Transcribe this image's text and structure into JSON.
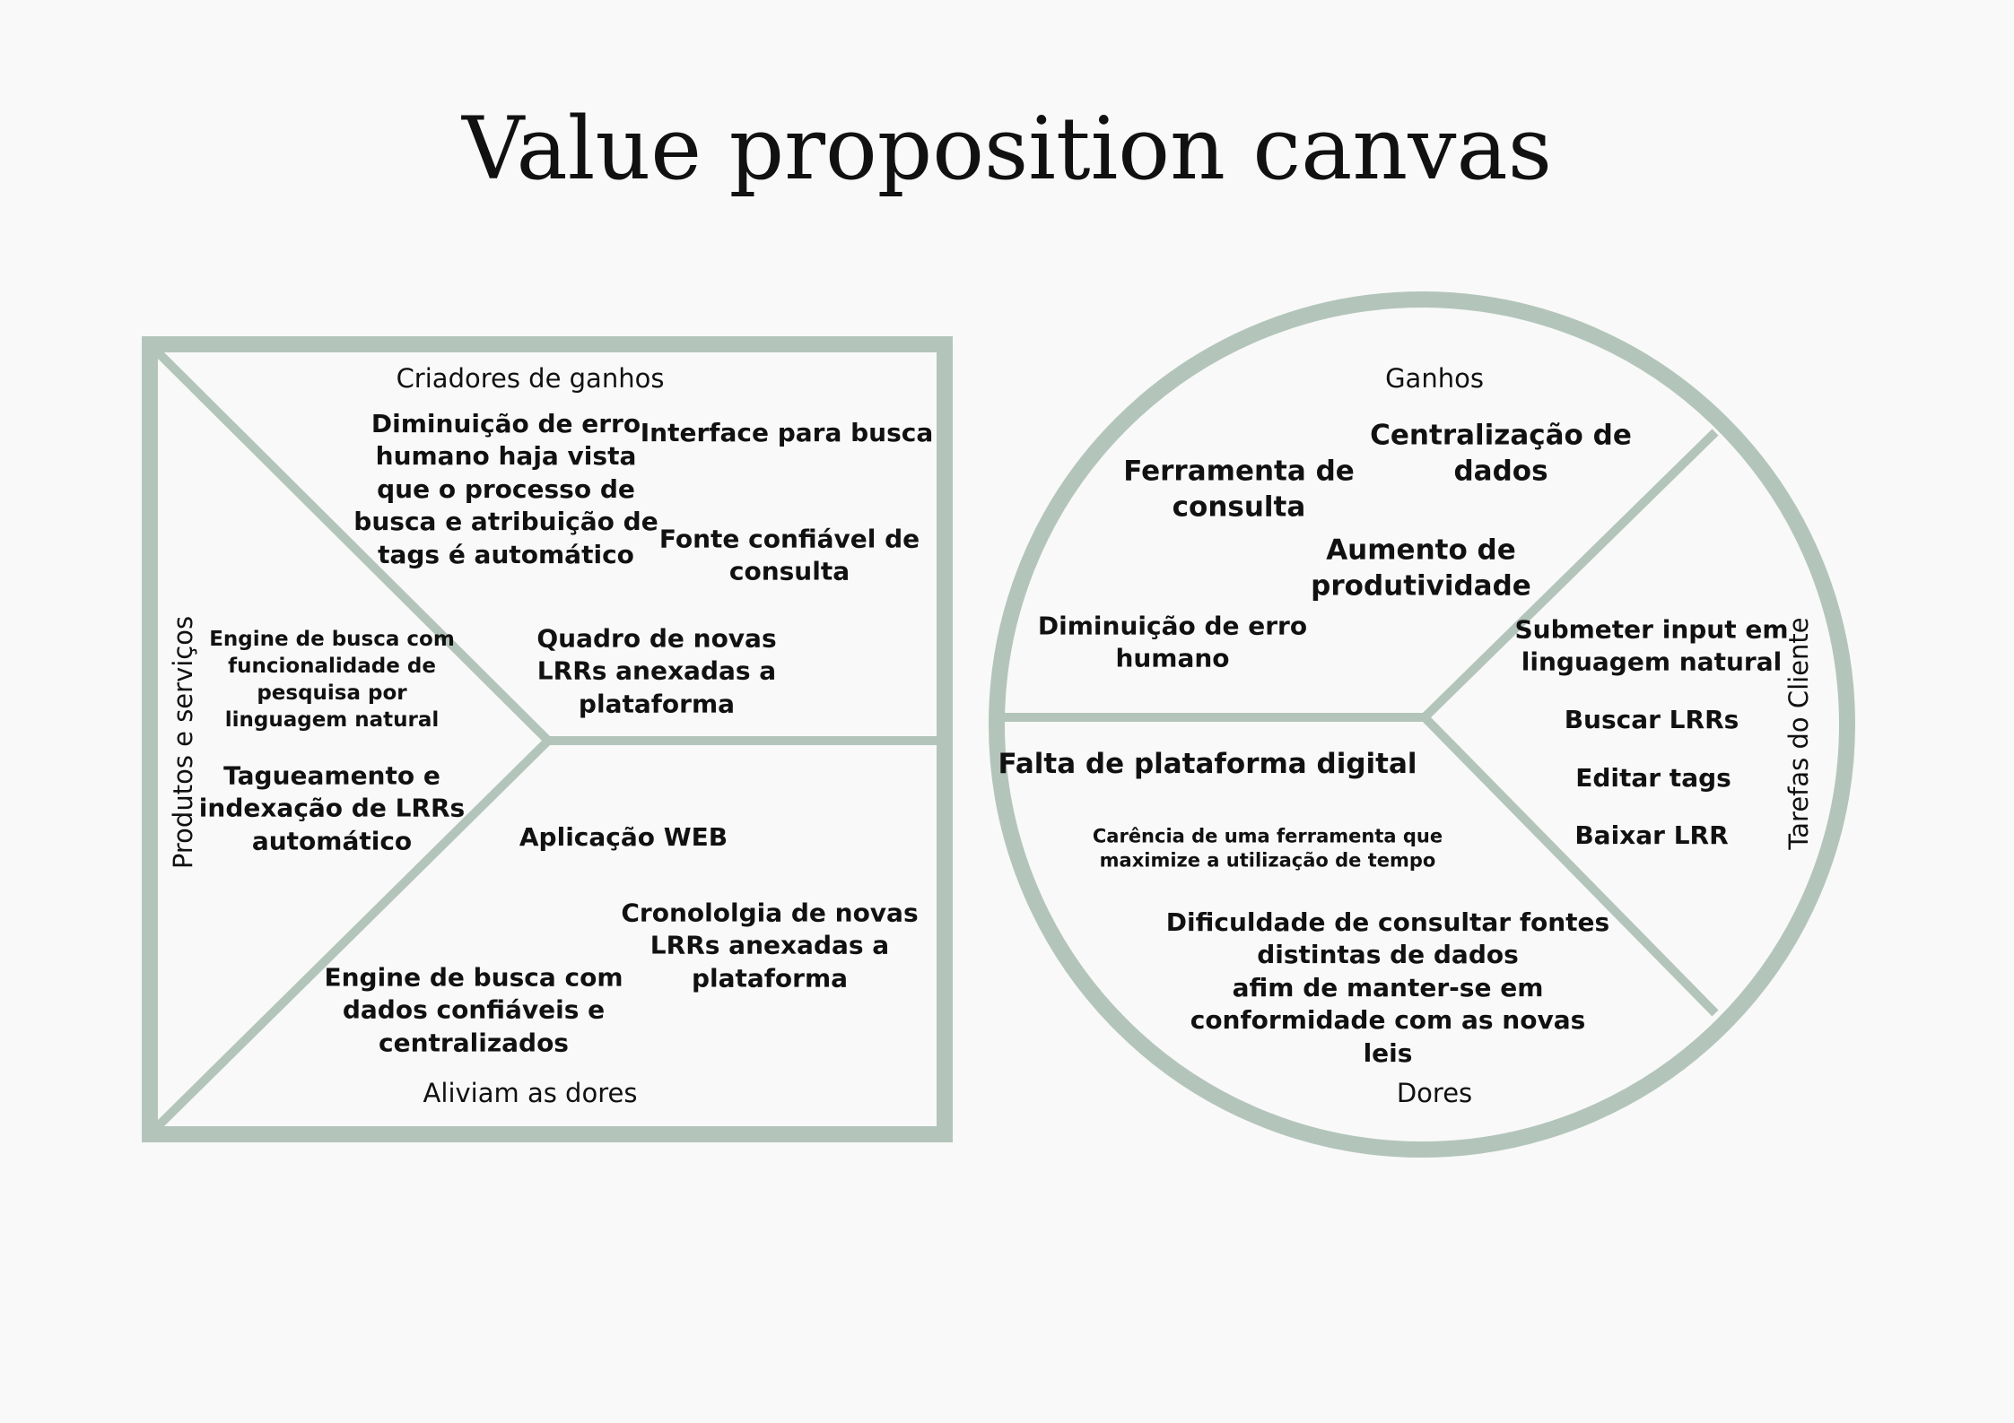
{
  "title": "Value proposition canvas",
  "colors": {
    "frame": "#b3c5bb",
    "background": "#f9f9f9",
    "text": "#111111"
  },
  "product_map": {
    "gain_creators_label": "Criadores de ganhos",
    "pain_relievers_label": "Aliviam as dores",
    "products_label": "Produtos e serviços",
    "gain_creators": [
      "Diminuição de erro\nhumano haja vista\nque o processo de\nbusca e atribuição de\ntags é automático",
      "Interface para busca",
      "Fonte confiável de\nconsulta",
      "Quadro de novas\nLRRs anexadas a\nplataforma"
    ],
    "products": [
      "Engine de busca com\nfuncionalidade de\npesquisa por\nlinguagem natural",
      "Tagueamento e\nindexação de LRRs\nautomático"
    ],
    "pain_relievers": [
      "Aplicação WEB",
      "Cronololgia de novas\nLRRs anexadas a\nplataforma",
      "Engine de busca com\ndados confiáveis e\ncentralizados"
    ]
  },
  "customer_profile": {
    "gains_label": "Ganhos",
    "pains_label": "Dores",
    "jobs_label": "Tarefas do Cliente",
    "gains": [
      "Centralização de\ndados",
      "Ferramenta de\nconsulta",
      "Aumento de\nprodutividade",
      "Diminuição de erro\nhumano"
    ],
    "jobs": [
      "Submeter input  em\nlinguagem natural",
      "Buscar LRRs",
      "Editar tags",
      "Baixar LRR"
    ],
    "pains": [
      "Falta de plataforma digital",
      "Carência de uma ferramenta que\nmaximize a utilização de tempo",
      "Dificuldade de consultar fontes\ndistintas de dados\nafim de manter-se em\nconformidade com as novas\nleis"
    ]
  }
}
